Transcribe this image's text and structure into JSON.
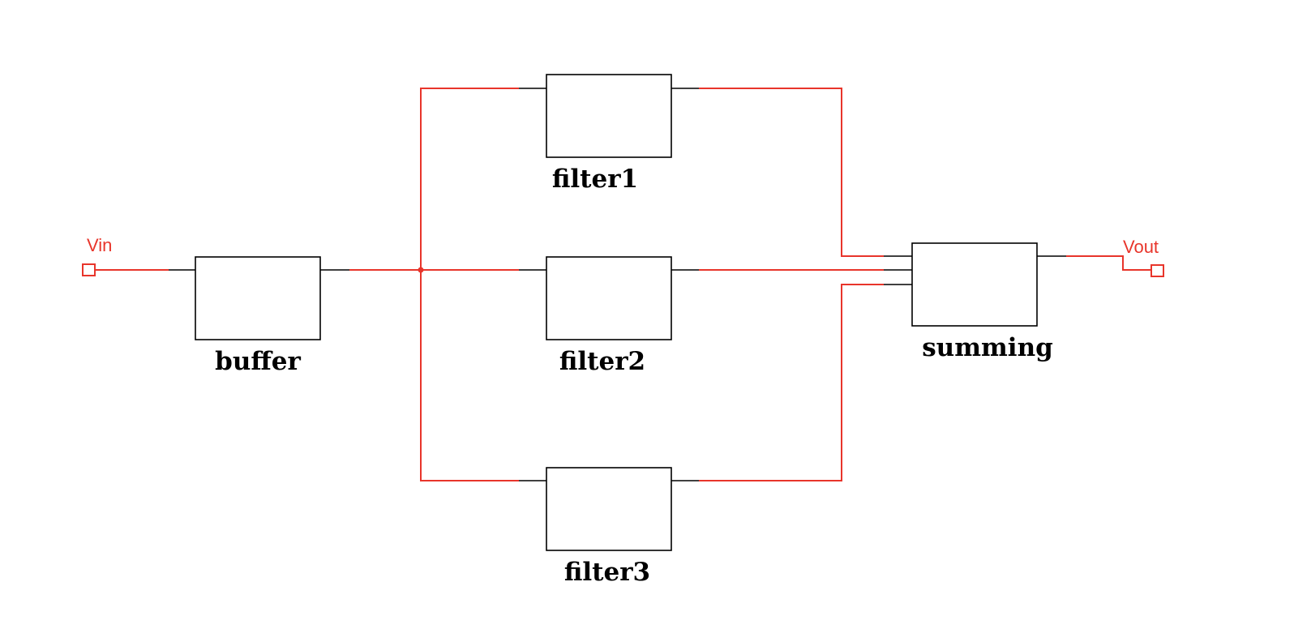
{
  "diagram": {
    "blocks": {
      "buffer": "buffer",
      "filter1": "filter1",
      "filter2": "filter2",
      "filter3": "filter3",
      "summing": "summing"
    },
    "ports": {
      "input": "Vin",
      "output": "Vout"
    },
    "colors": {
      "wire": "#e8352b",
      "block_outline": "#000000"
    }
  }
}
